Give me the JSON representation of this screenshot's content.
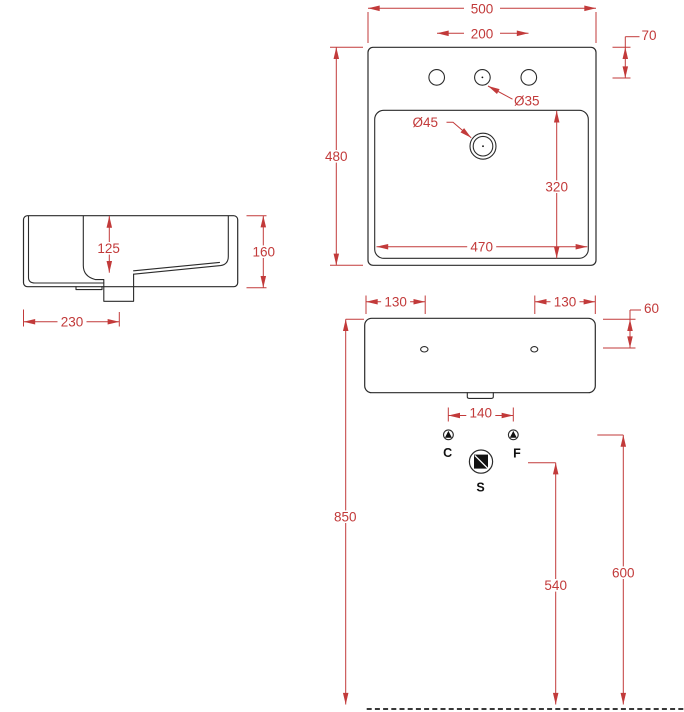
{
  "drawing": {
    "colors": {
      "dimension_red": "#c23a3a",
      "line_black": "#2b2b2b"
    },
    "top_view": {
      "overall_width": "500",
      "faucet_hole_spacing": "200",
      "faucet_hole_offset": "70",
      "overall_depth": "480",
      "basin_inner_depth": "320",
      "basin_inner_width": "470",
      "faucet_hole_diameter": "Ø35",
      "drain_diameter": "Ø45"
    },
    "side_view": {
      "basin_depth": "125",
      "overall_height": "160",
      "drain_distance_from_back": "230"
    },
    "front_view": {
      "fixing_hole_left": "130",
      "fixing_hole_right": "130",
      "fixing_hole_offset": "60",
      "supply_spacing": "140",
      "rim_height_from_floor": "850",
      "waste_height_from_floor": "540",
      "supply_height_from_floor": "600",
      "connection_c_label": "C",
      "connection_f_label": "F",
      "waste_label": "S"
    }
  }
}
